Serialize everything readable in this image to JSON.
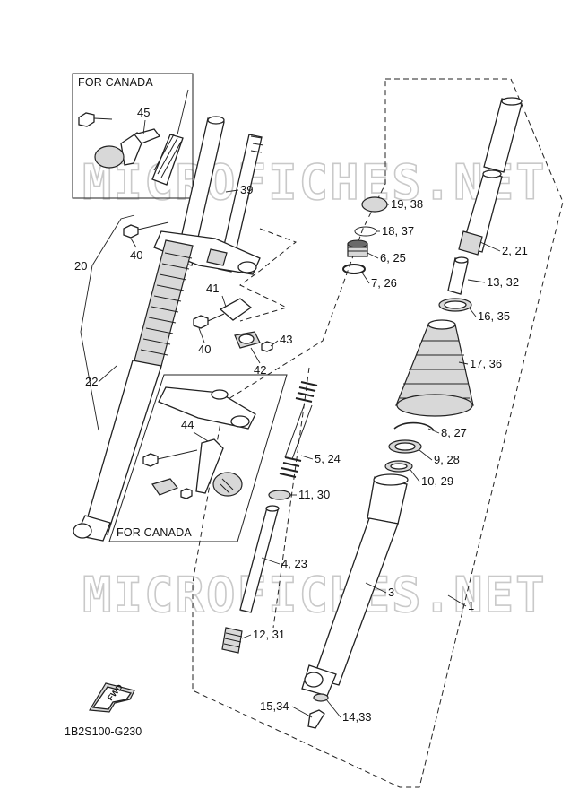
{
  "diagram_code": "1B2S100-G230",
  "watermark_text": "MICROFICHES.NET",
  "inset_top": {
    "title": "FOR CANADA",
    "callout": "45"
  },
  "inset_bottom": {
    "title": "FOR CANADA",
    "callout": "44"
  },
  "fwd_label": "FWD",
  "callouts": {
    "c1": "1",
    "c2_21": "2, 21",
    "c3": "3",
    "c4_23": "4, 23",
    "c5_24": "5, 24",
    "c6_25": "6, 25",
    "c7_26": "7, 26",
    "c8_27": "8, 27",
    "c9_28": "9, 28",
    "c10_29": "10, 29",
    "c11_30": "11, 30",
    "c12_31": "12, 31",
    "c13_32": "13, 32",
    "c14_33": "14,33",
    "c15_34": "15,34",
    "c16_35": "16, 35",
    "c17_36": "17, 36",
    "c18_37": "18, 37",
    "c19_38": "19, 38",
    "c20": "20",
    "c22": "22",
    "c39": "39",
    "c40a": "40",
    "c40b": "40",
    "c41": "41",
    "c42": "42",
    "c43": "43"
  }
}
